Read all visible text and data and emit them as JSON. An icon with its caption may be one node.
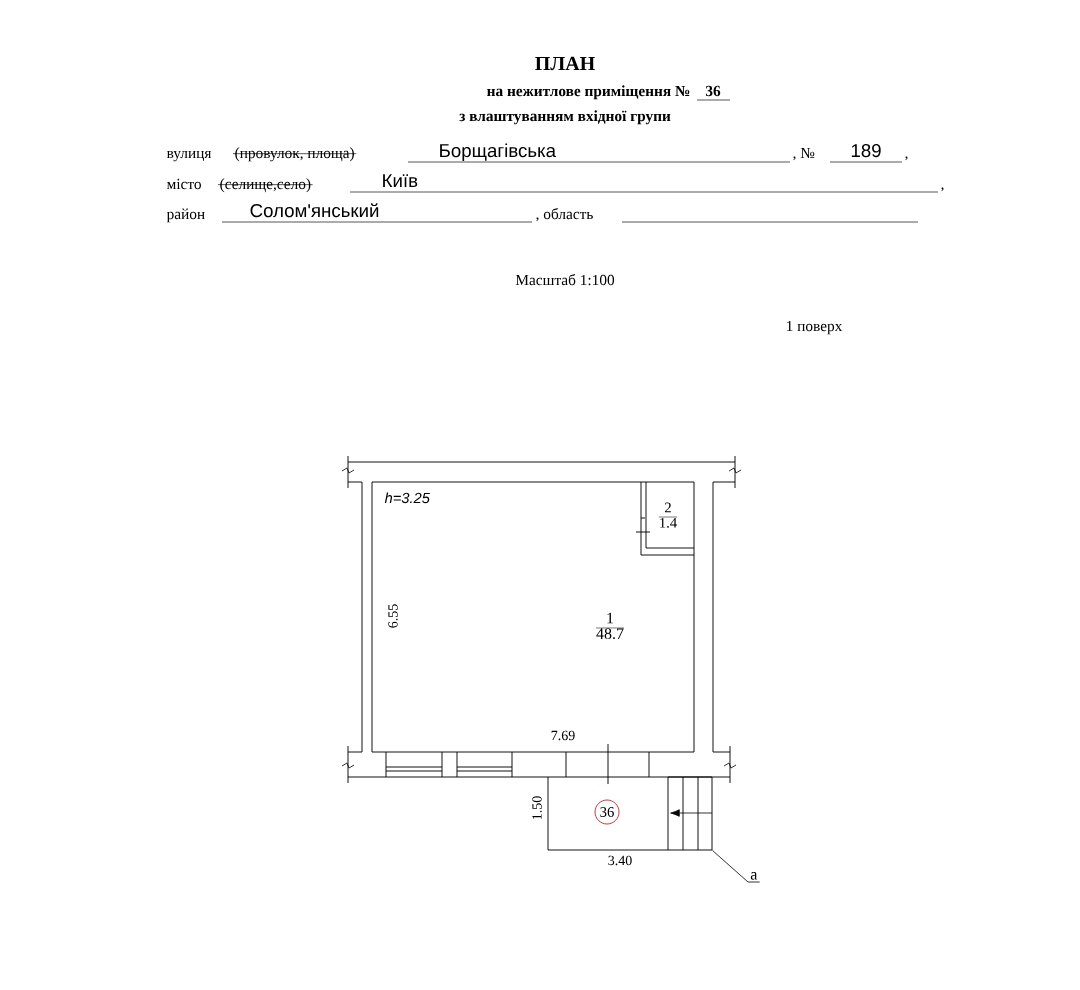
{
  "diagram": {
    "title": "ПЛАН",
    "nodes": [
      {
        "text": [
          "1",
          "48.7"
        ]
      },
      {
        "text": [
          "2",
          "1.4"
        ]
      },
      {
        "text": [
          "36"
        ]
      },
      {
        "text": [
          "a"
        ]
      },
      {
        "text": [],
        "shape": "box"
      }
    ],
    "edges": [
      {
        "from": 3,
        "to": 4,
        "arrow": "none"
      }
    ],
    "labels": [
      "на нежитлове приміщення №",
      "36",
      "з влаштуванням вхідної групи",
      "вулиця",
      "(провулок, площа)",
      "Борщагівська",
      ", №",
      "189",
      ",",
      "місто",
      "(селище,село)",
      "Київ",
      ",",
      "район",
      "Солом'янський",
      ", область",
      "Масштаб 1:100",
      "1 поверх",
      "h=3.25",
      "6.55",
      "7.69",
      "1.50",
      "3.40"
    ]
  }
}
